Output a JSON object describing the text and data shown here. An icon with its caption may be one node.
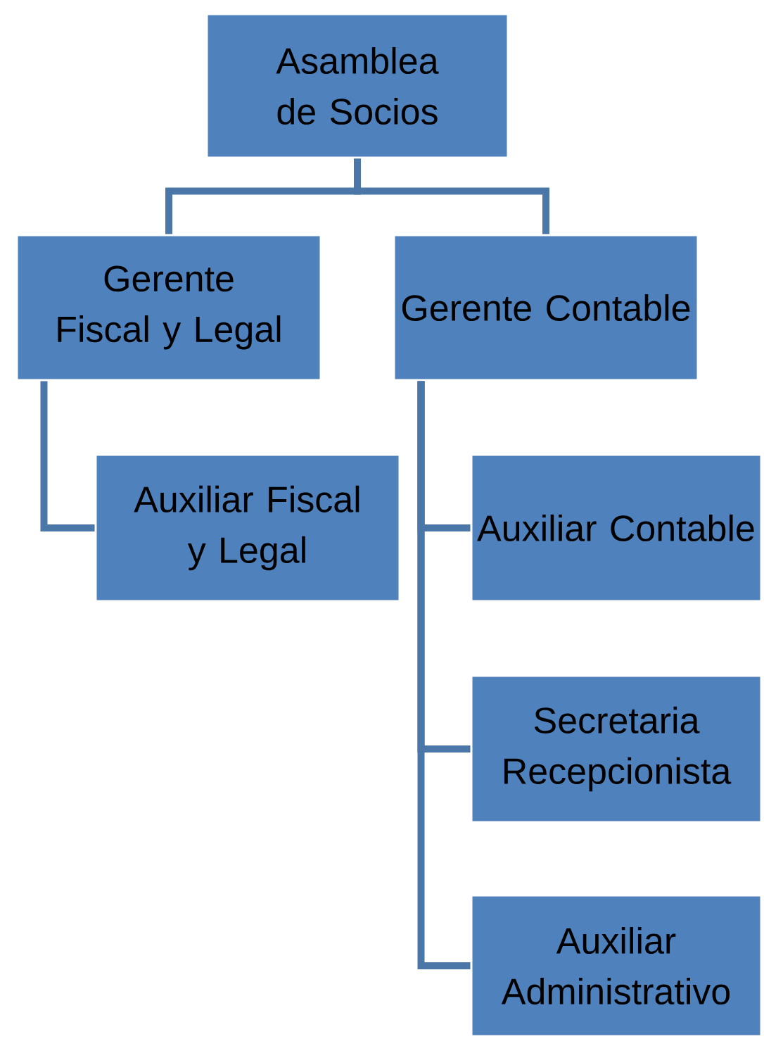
{
  "diagram": {
    "nodes": [
      {
        "text": [
          "Asamblea de Socios"
        ]
      },
      {
        "text": [
          "Gerente Fiscal y Legal"
        ]
      },
      {
        "text": [
          "Gerente Contable"
        ]
      },
      {
        "text": [
          "Auxiliar Fiscal y Legal"
        ]
      },
      {
        "text": [
          "Auxiliar Contable"
        ]
      },
      {
        "text": [
          "Secretaria Recepcionista"
        ]
      },
      {
        "text": [
          "Auxiliar Administrativo"
        ]
      }
    ],
    "edges": [
      {
        "from": 0,
        "to": 1,
        "arrow": "none"
      },
      {
        "from": 0,
        "to": 2,
        "arrow": "none"
      },
      {
        "from": 1,
        "to": 3,
        "arrow": "none"
      },
      {
        "from": 2,
        "to": 4,
        "arrow": "none"
      },
      {
        "from": 2,
        "to": 5,
        "arrow": "none"
      },
      {
        "from": 2,
        "to": 6,
        "arrow": "none"
      }
    ]
  }
}
